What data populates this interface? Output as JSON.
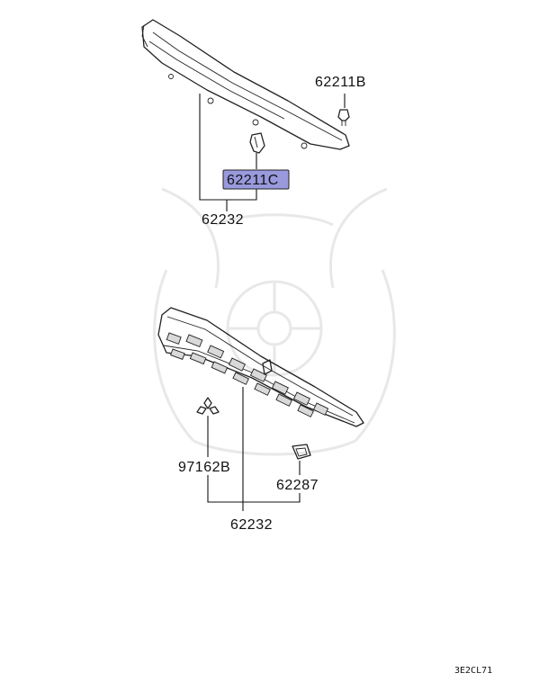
{
  "labels": {
    "upper_clip": "62211B",
    "upper_clip_highlighted": "62211C",
    "upper_assembly": "62232",
    "emblem": "97162B",
    "ornament": "62287",
    "grille_assembly": "62232"
  },
  "highlight_color": "#9999dd",
  "diagram_code": "3E2CL71"
}
